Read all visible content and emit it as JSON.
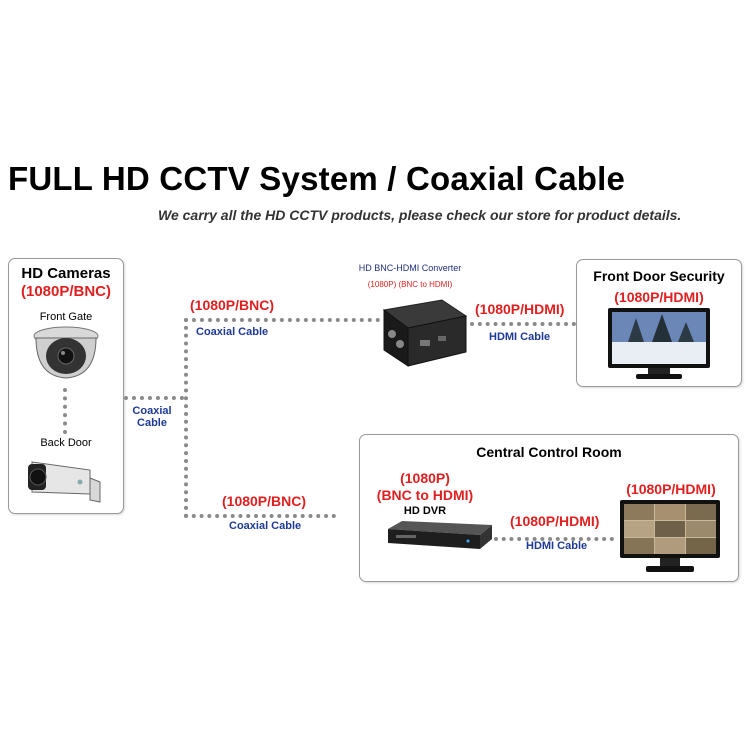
{
  "header": {
    "title": "FULL HD CCTV System / Coaxial Cable",
    "subtitle": "We carry all the HD CCTV products, please check our store for product details."
  },
  "cameras": {
    "title": "HD Cameras",
    "spec": "(1080P/BNC)",
    "front_gate": "Front Gate",
    "back_door": "Back Door"
  },
  "links": {
    "cam_cable_line1": "Coaxial",
    "cam_cable_line2": "Cable",
    "upper_spec": "(1080P/BNC)",
    "upper_cable": "Coaxial Cable",
    "lower_spec": "(1080P/BNC)",
    "lower_cable": "Coaxial Cable"
  },
  "converter": {
    "title": "HD BNC-HDMI Converter",
    "spec": "(1080P) (BNC to HDMI)"
  },
  "converter_link": {
    "spec": "(1080P/HDMI)",
    "cable": "HDMI Cable"
  },
  "front_door": {
    "title": "Front Door Security",
    "spec": "(1080P/HDMI)"
  },
  "control_room": {
    "title": "Central Control Room",
    "dvr_spec1": "(1080P)",
    "dvr_spec2": "(BNC to HDMI)",
    "dvr_label": "HD DVR",
    "link_spec": "(1080P/HDMI)",
    "link_cable": "HDMI Cable",
    "monitor_spec": "(1080P/HDMI)"
  },
  "colors": {
    "spec_red": "#e02020",
    "cable_blue": "#1e3a96",
    "dotted_line": "#8a8a8a"
  }
}
